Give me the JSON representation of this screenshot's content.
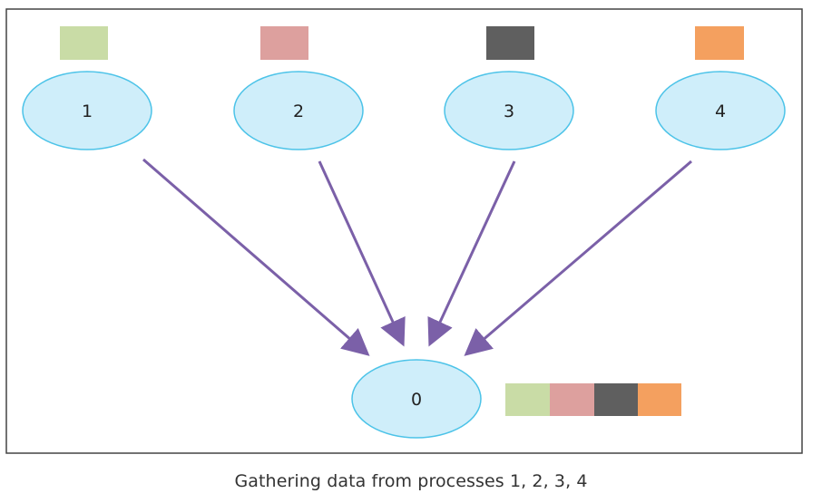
{
  "caption": "Gathering data from processes 1, 2, 3, 4",
  "root": {
    "label": "0"
  },
  "processes": [
    {
      "label": "1",
      "color": "#c9dca6"
    },
    {
      "label": "2",
      "color": "#dda09e"
    },
    {
      "label": "3",
      "color": "#5f5f5f"
    },
    {
      "label": "4",
      "color": "#f4a05f"
    }
  ],
  "gathered_colors": [
    "#c9dca6",
    "#dda09e",
    "#5f5f5f",
    "#f4a05f"
  ],
  "style": {
    "node_fill": "#cfeefa",
    "node_stroke": "#4cc3e8",
    "arrow_color": "#7b60a8",
    "frame_color": "#444444"
  }
}
